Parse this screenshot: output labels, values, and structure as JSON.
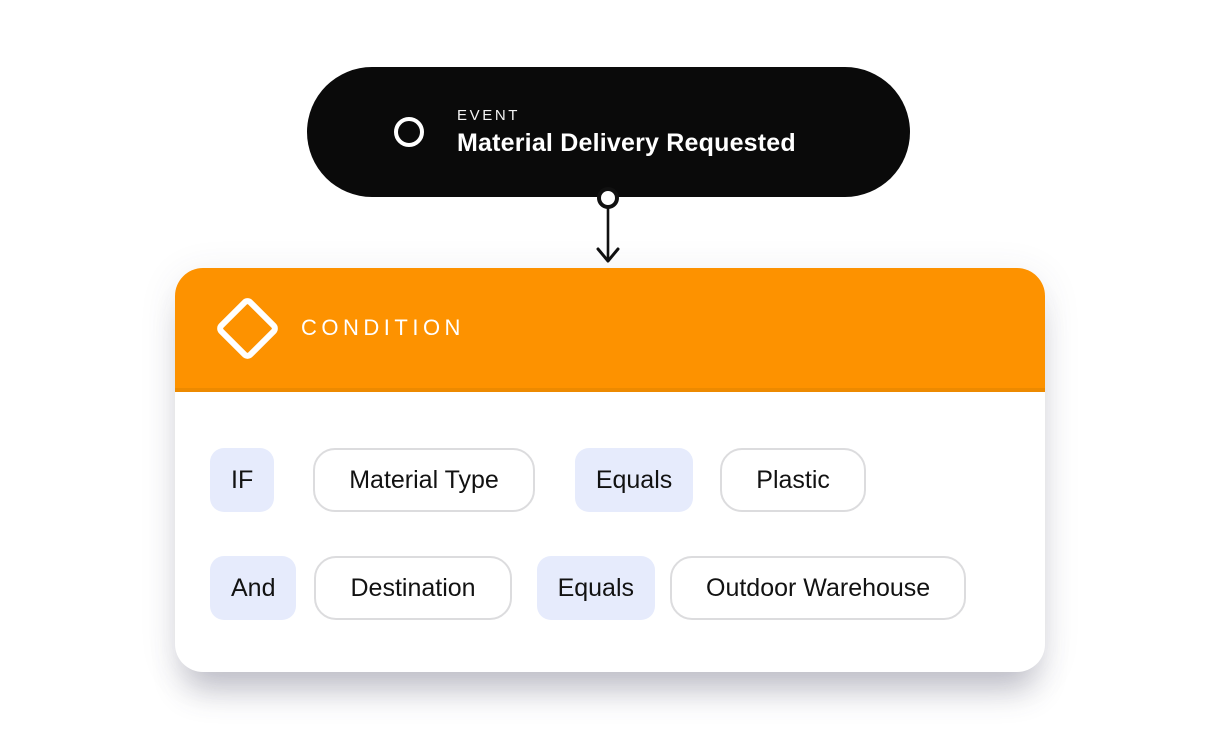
{
  "theme": {
    "event_bg": "#0a0a0a",
    "header_bg": "#fd9200",
    "header_border": "#ed8a00",
    "operator_chip_bg": "#e6ebfc",
    "value_chip_border": "#dcdcde",
    "chip_text": "#121212",
    "node_text": "#ffffff",
    "connector": "#111111",
    "canvas_bg": "#ffffff"
  },
  "event_node": {
    "type_label": "EVENT",
    "title": "Material Delivery Requested",
    "icon": "circle-outline-icon"
  },
  "connector": {
    "style": "port-circle-with-down-arrow"
  },
  "condition_node": {
    "header": {
      "label": "CONDITION",
      "icon": "diamond-outline-icon"
    },
    "rows": [
      {
        "operator": "IF",
        "field": "Material Type",
        "comparator": "Equals",
        "value": "Plastic"
      },
      {
        "operator": "And",
        "field": "Destination",
        "comparator": "Equals",
        "value": "Outdoor Warehouse"
      }
    ]
  }
}
